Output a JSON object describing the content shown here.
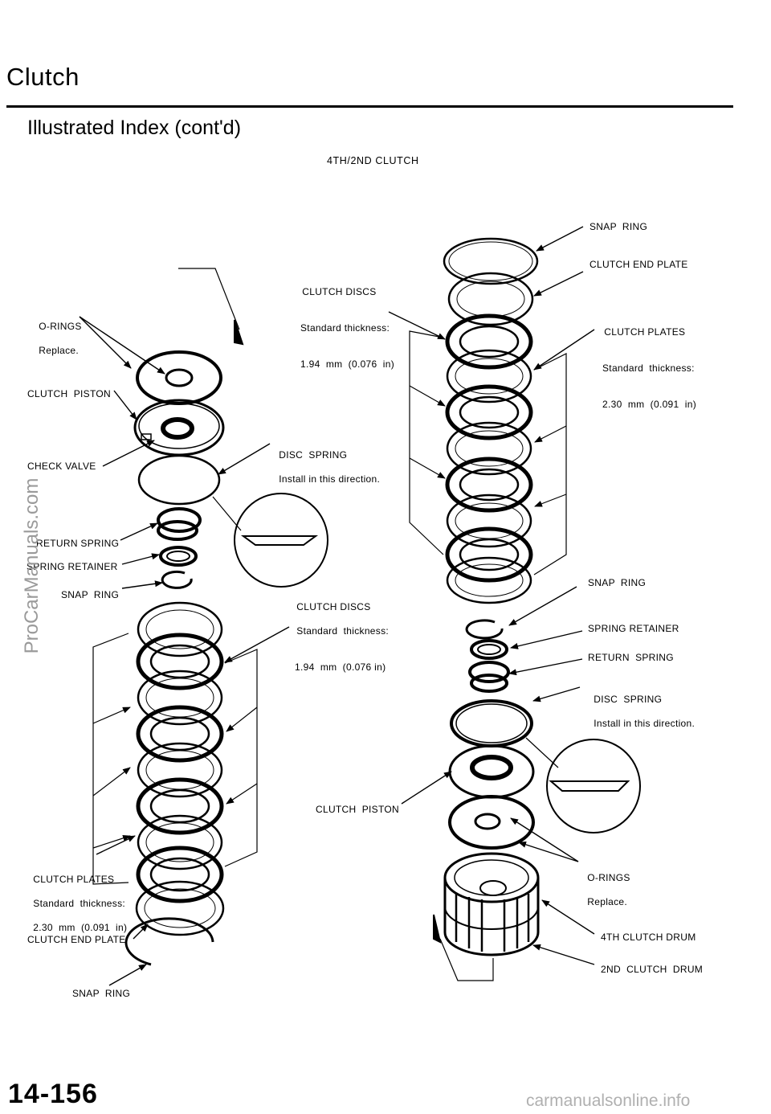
{
  "header": {
    "title": "Clutch",
    "subtitle": "Illustrated Index (cont'd)"
  },
  "section_title": "4TH/2ND CLUTCH",
  "labels": {
    "o_rings_left": [
      "O-RINGS",
      "Replace."
    ],
    "clutch_piston_left": "CLUTCH  PISTON",
    "check_valve": "CHECK VALVE",
    "return_spring_left": "RETURN SPRING",
    "spring_retainer_left": "SPRING RETAINER",
    "snap_ring_left_mid": "SNAP  RING",
    "clutch_plates_left": [
      "CLUTCH PLATES",
      "Standard  thickness:",
      "2.30  mm  (0.091  in)"
    ],
    "clutch_end_plate_left": "CLUTCH END PLATE",
    "snap_ring_left_bottom": "SNAP  RING",
    "clutch_discs_top": [
      "CLUTCH DISCS",
      "Standard thickness:",
      "1.94  mm  (0.076  in)"
    ],
    "disc_spring_mid": [
      "DISC  SPRING",
      "Install in this direction."
    ],
    "clutch_discs_mid": [
      "CLUTCH DISCS",
      "Standard  thickness:",
      "1.94  mm  (0.076 in)"
    ],
    "clutch_piston_right": "CLUTCH  PISTON",
    "snap_ring_right_top": "SNAP  RING",
    "clutch_end_plate_right": "CLUTCH END PLATE",
    "clutch_plates_right": [
      "CLUTCH PLATES",
      "Standard  thickness:",
      "2.30  mm  (0.091  in)"
    ],
    "snap_ring_right_mid": "SNAP  RING",
    "spring_retainer_right": "SPRING RETAINER",
    "return_spring_right": "RETURN  SPRING",
    "disc_spring_right": [
      "DISC  SPRING",
      "Install in this direction."
    ],
    "o_rings_right": [
      "O-RINGS",
      "Replace."
    ],
    "drum_4th": "4TH CLUTCH DRUM",
    "drum_2nd": "2ND  CLUTCH  DRUM"
  },
  "page_number": "14-156",
  "watermark": "ProCarManuals.com",
  "footer": "carmanualsonline.info"
}
